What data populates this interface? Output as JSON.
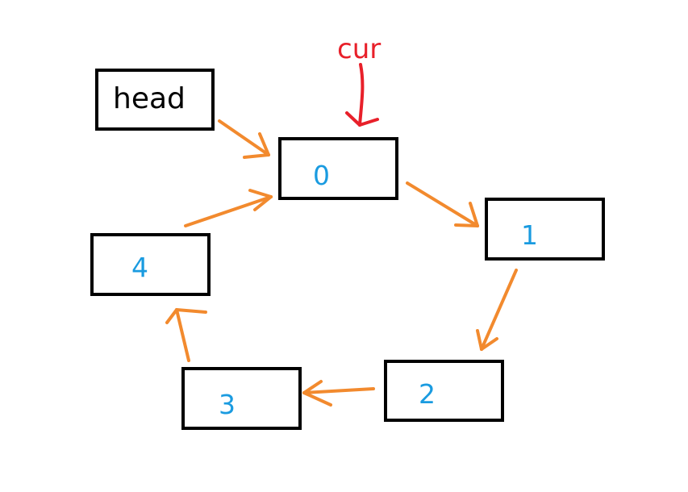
{
  "head_label": "head",
  "pointer_label": "cur",
  "nodes": [
    {
      "label": "0"
    },
    {
      "label": "1"
    },
    {
      "label": "2"
    },
    {
      "label": "3"
    },
    {
      "label": "4"
    }
  ],
  "colors": {
    "box_border": "#000000",
    "node_text": "#1a9be0",
    "arrow": "#f28a2e",
    "pointer": "#e8202a",
    "head_text": "#000000"
  }
}
